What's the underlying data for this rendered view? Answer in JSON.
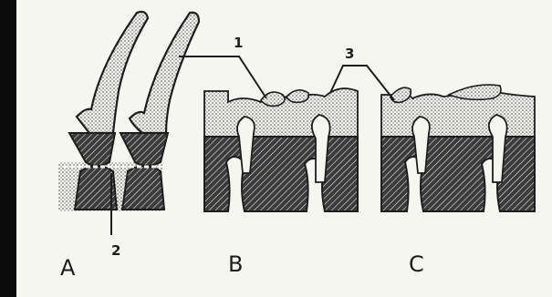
{
  "figure": {
    "panels": [
      {
        "id": "panel-a",
        "label": "A"
      },
      {
        "id": "panel-b",
        "label": "B"
      },
      {
        "id": "panel-c",
        "label": "C"
      }
    ],
    "callouts": [
      {
        "id": "callout-1",
        "label": "1"
      },
      {
        "id": "callout-2",
        "label": "2"
      },
      {
        "id": "callout-3",
        "label": "3"
      }
    ],
    "colors": {
      "background": "#f6f6f1",
      "ink": "#1d1d1d",
      "stipple": "#3a3a3a",
      "hatch": "#222222",
      "binding_margin": "#0b0b0b"
    }
  }
}
